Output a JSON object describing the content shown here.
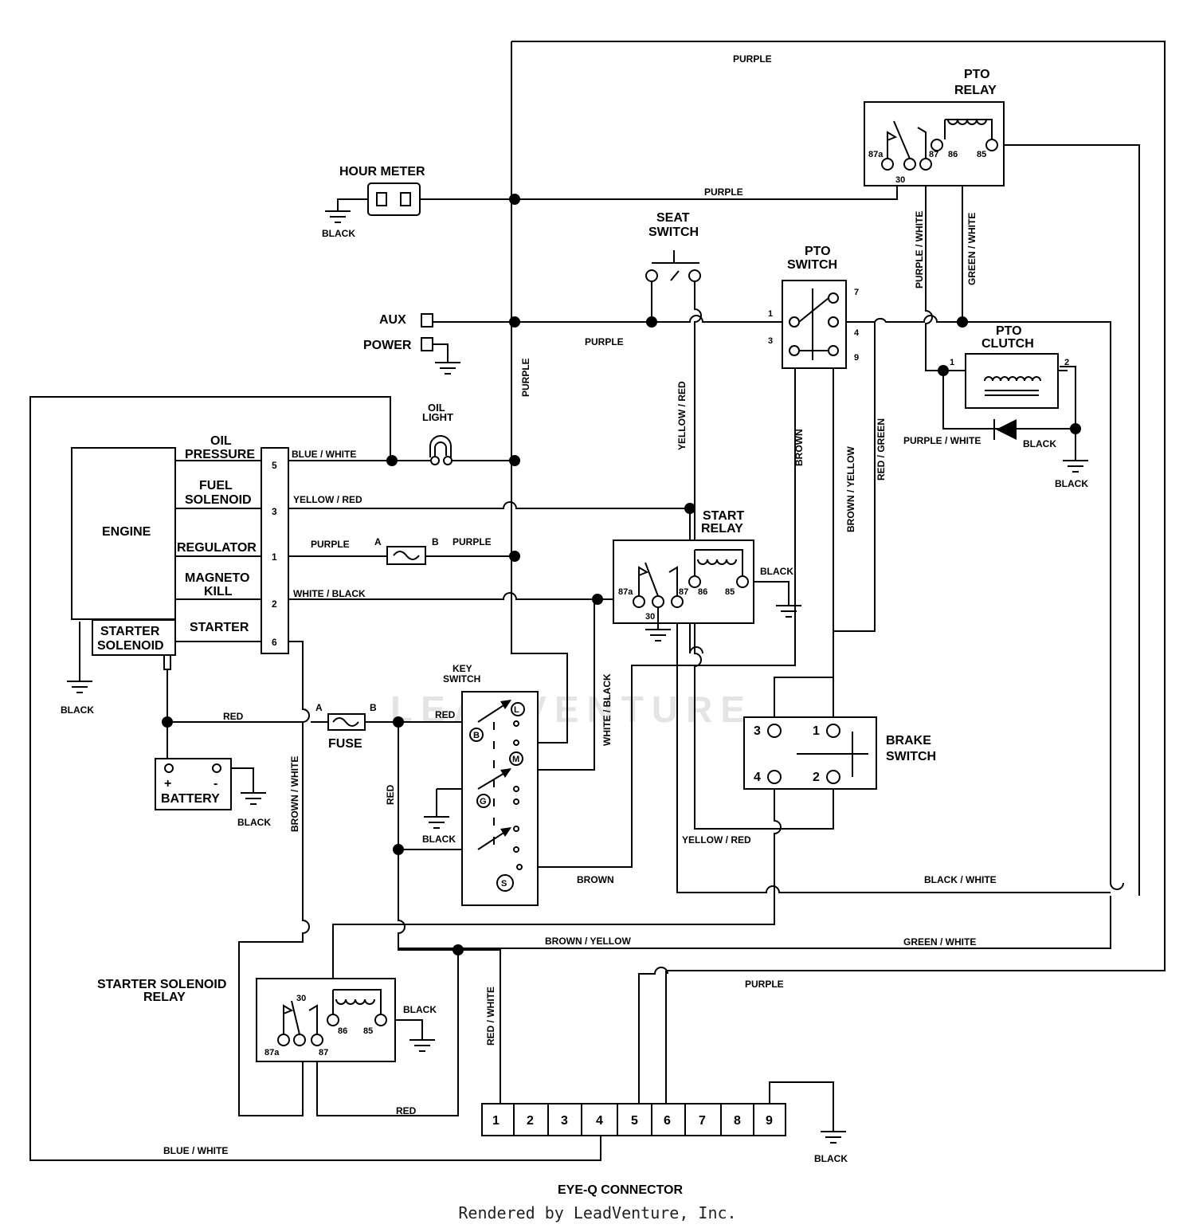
{
  "labels": {
    "engine": "ENGINE",
    "starter_solenoid_1": "STARTER",
    "starter_solenoid_2": "SOLENOID",
    "hour_meter": "HOUR METER",
    "seat_switch_1": "SEAT",
    "seat_switch_2": "SWITCH",
    "pto_switch_1": "PTO",
    "pto_switch_2": "SWITCH",
    "pto_relay_1": "PTO",
    "pto_relay_2": "RELAY",
    "pto_clutch_1": "PTO",
    "pto_clutch_2": "CLUTCH",
    "start_relay_1": "START",
    "start_relay_2": "RELAY",
    "key_switch_1": "KEY",
    "key_switch_2": "SWITCH",
    "brake_switch_1": "BRAKE",
    "brake_switch_2": "SWITCH",
    "battery": "BATTERY",
    "fuse": "FUSE",
    "oil_light_1": "OIL",
    "oil_light_2": "LIGHT",
    "aux": "AUX",
    "power": "POWER",
    "starter_solenoid_relay_1": "STARTER SOLENOID",
    "starter_solenoid_relay_2": "RELAY",
    "eyeq_connector": "EYE-Q CONNECTOR",
    "oil_pressure_1": "OIL",
    "oil_pressure_2": "PRESSURE",
    "fuel_solenoid_1": "FUEL",
    "fuel_solenoid_2": "SOLENOID",
    "regulator": "REGULATOR",
    "magneto_kill_1": "MAGNETO",
    "magneto_kill_2": "KILL",
    "starter": "STARTER"
  },
  "engine_terminals": [
    "5",
    "3",
    "1",
    "2",
    "6"
  ],
  "relay_pins": {
    "p87a": "87a",
    "p30": "30",
    "p87": "87",
    "p86": "86",
    "p85": "85"
  },
  "pto_switch_pins": {
    "p1": "1",
    "p3": "3",
    "p7": "7",
    "p4": "4",
    "p9": "9"
  },
  "pto_clutch_pins": {
    "p1": "1",
    "p2": "2"
  },
  "brake_switch_pins": {
    "p1": "1",
    "p2": "2",
    "p3": "3",
    "p4": "4"
  },
  "key_switch_positions": {
    "L": "L",
    "B": "B",
    "M": "M",
    "G": "G",
    "S": "S"
  },
  "battery_terminals": {
    "plus": "+",
    "minus": "-"
  },
  "fuse_terminals": {
    "a": "A",
    "b": "B"
  },
  "connector_pins": [
    "1",
    "2",
    "3",
    "4",
    "5",
    "6",
    "7",
    "8",
    "9"
  ],
  "wire_labels": {
    "purple": "PURPLE",
    "black": "BLACK",
    "purple_white": "PURPLE / WHITE",
    "green_white": "GREEN / WHITE",
    "yellow_red": "YELLOW / RED",
    "brown": "BROWN",
    "brown_yellow": "BROWN / YELLOW",
    "red_green": "RED / GREEN",
    "blue_white": "BLUE / WHITE",
    "yellow_red_slash": "YELLOW / RED",
    "white_black": "WHITE / BLACK",
    "red": "RED",
    "brown_white": "BROWN / WHITE",
    "black_white": "BLACK / WHITE",
    "red_white": "RED / WHITE"
  },
  "watermark": "LEADVENTURE",
  "footer": "Rendered by LeadVenture, Inc."
}
